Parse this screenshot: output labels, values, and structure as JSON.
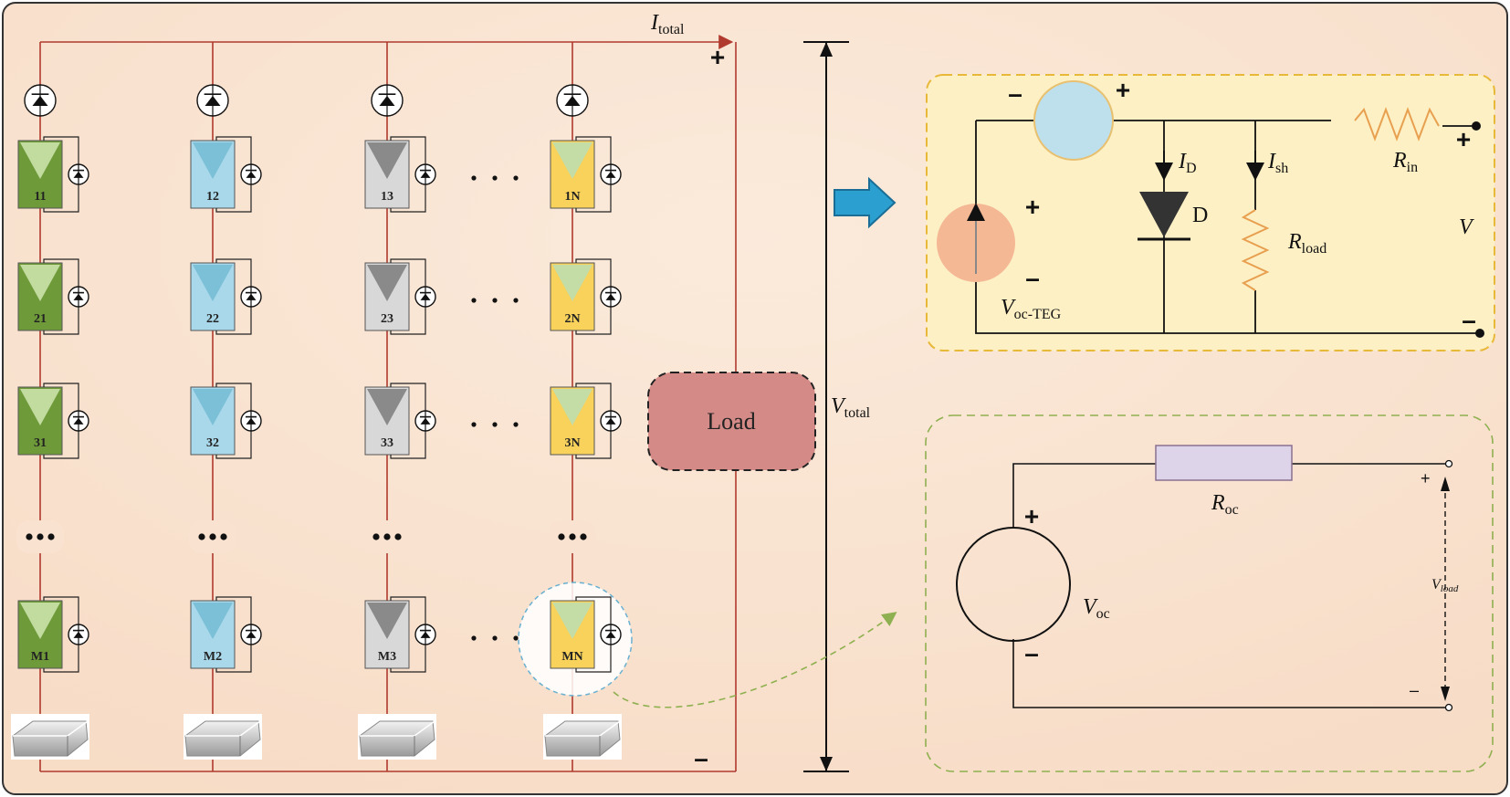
{
  "labels": {
    "i_total_main": "I",
    "i_total_sub": "total",
    "plus": "+",
    "minus": "–",
    "v_total_main": "V",
    "v_total_sub": "total",
    "load": "Load",
    "id_main": "I",
    "id_sub": "D",
    "ish_main": "I",
    "ish_sub": "sh",
    "rin_main": "R",
    "rin_sub": "in",
    "diode_d": "D",
    "rload_main": "R",
    "rload_sub": "load",
    "v": "V",
    "voc_teg_main": "V",
    "voc_teg_sub": "oc-TEG",
    "roc_main": "R",
    "roc_sub": "oc",
    "voc_main": "V",
    "voc_sub": "oc",
    "vload_main": "V",
    "vload_sub": "load"
  },
  "columns": [
    {
      "color": "#6e9a3a",
      "tri": "#c2dca0",
      "cells": [
        "11",
        "21",
        "31",
        "M1"
      ]
    },
    {
      "color": "#a8d8ea",
      "tri": "#7cc0d8",
      "cells": [
        "12",
        "22",
        "32",
        "M2"
      ]
    },
    {
      "color": "#d8d8d8",
      "tri": "#8a8a8a",
      "cells": [
        "13",
        "23",
        "33",
        "M3"
      ]
    },
    {
      "color": "#f8d25a",
      "tri": "#c4dca6",
      "cells": [
        "1N",
        "2N",
        "3N",
        "MN"
      ]
    }
  ],
  "colors": {
    "background": "#f9e3d0",
    "wire": "#b03a2e",
    "load_box": "#d48a86",
    "teg_panel": "#fdf0c4",
    "arrow": "#2a9fd0",
    "current_source": "#f5b894",
    "resistor": "#e8a050",
    "series_circle": "#bde0ec"
  }
}
